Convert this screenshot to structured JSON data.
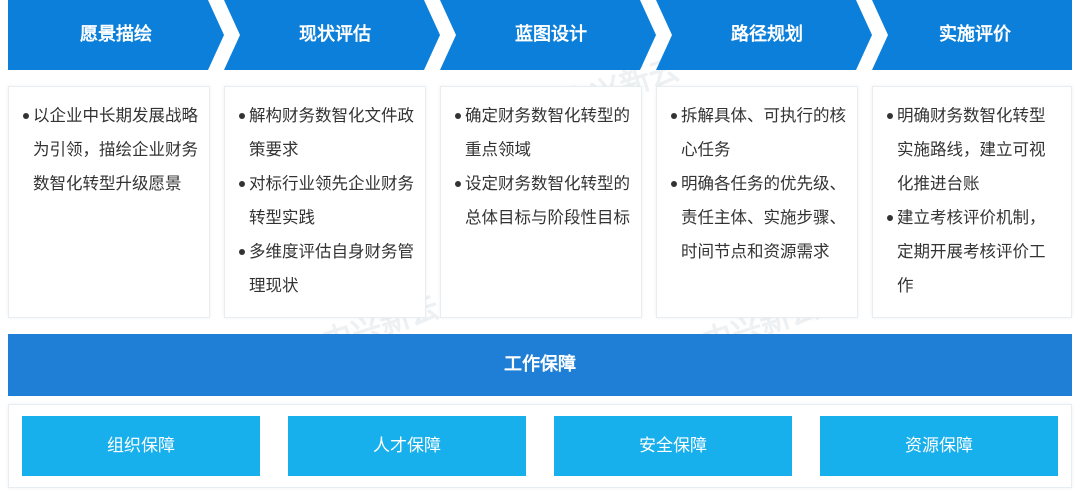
{
  "stages": [
    {
      "title": "愿景描绘",
      "items": [
        "以企业中长期发展战略为引领，描绘企业财务数智化转型升级愿景"
      ]
    },
    {
      "title": "现状评估",
      "items": [
        "解构财务数智化文件政策要求",
        "对标行业领先企业财务转型实践",
        "多维度评估自身财务管理现状"
      ]
    },
    {
      "title": "蓝图设计",
      "items": [
        "确定财务数智化转型的重点领域",
        "设定财务数智化转型的总体目标与阶段性目标"
      ]
    },
    {
      "title": "路径规划",
      "items": [
        "拆解具体、可执行的核心任务",
        "明确各任务的优先级、责任主体、实施步骤、时间节点和资源需求"
      ]
    },
    {
      "title": "实施评价",
      "items": [
        "明确财务数智化转型实施路线，建立可视化推进台账",
        "建立考核评价机制，定期开展考核评价工作"
      ]
    }
  ],
  "support": {
    "title": "工作保障",
    "items": [
      "组织保障",
      "人才保障",
      "安全保障",
      "资源保障"
    ]
  },
  "watermark": "中兴新云",
  "colors": {
    "arrow": "#0b7fd9",
    "bar": "#1f7fd6",
    "box": "#18b0ec"
  }
}
